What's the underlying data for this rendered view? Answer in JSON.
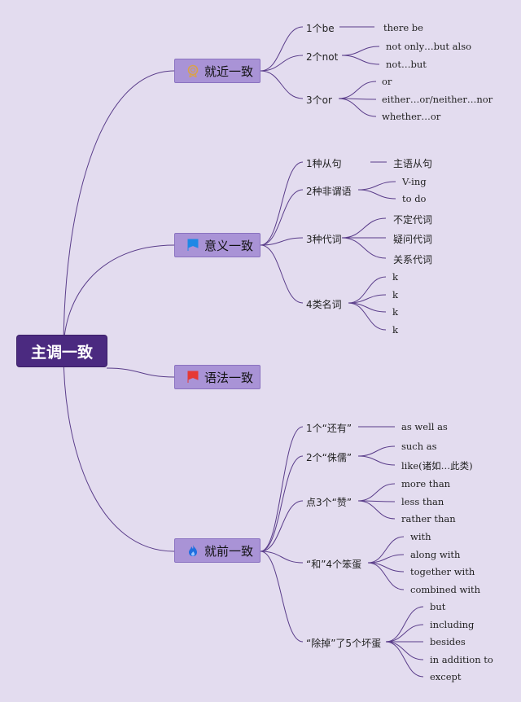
{
  "root": {
    "label": "主调一致"
  },
  "branches": [
    {
      "label": "就近一致",
      "icon": "medal-icon",
      "children": [
        {
          "label": "1个be",
          "leaves": [
            "there be"
          ]
        },
        {
          "label": "2个not",
          "leaves": [
            "not only…but also",
            "not…but"
          ]
        },
        {
          "label": "3个or",
          "leaves": [
            "or",
            "either…or/neither…nor",
            "whether…or"
          ]
        }
      ]
    },
    {
      "label": "意义一致",
      "icon": "blue-flag-icon",
      "children": [
        {
          "label": "1种从句",
          "leaves": [
            "主语从句"
          ]
        },
        {
          "label": "2种非谓语",
          "leaves": [
            "V-ing",
            "to do"
          ]
        },
        {
          "label": "3种代词",
          "leaves": [
            "不定代词",
            "疑问代词",
            "关系代词"
          ]
        },
        {
          "label": "4类名词",
          "leaves": [
            "k",
            "k",
            "k",
            "k"
          ]
        }
      ]
    },
    {
      "label": "语法一致",
      "icon": "red-flag-icon",
      "children": []
    },
    {
      "label": "就前一致",
      "icon": "flame-icon",
      "children": [
        {
          "label": "1个“还有”",
          "leaves": [
            "as well as"
          ]
        },
        {
          "label": "2个“侏儒”",
          "leaves": [
            "such as",
            "like(诸如…此类)"
          ]
        },
        {
          "label": "点3个“赞”",
          "leaves": [
            "more than",
            "less than",
            "rather than"
          ]
        },
        {
          "label": "“和”4个笨蛋",
          "leaves": [
            "with",
            "along with",
            "together with",
            "combined with"
          ]
        },
        {
          "label": "“除掉”了5个坏蛋",
          "leaves": [
            "but",
            "including",
            "besides",
            "in addition to",
            "except"
          ]
        }
      ]
    }
  ],
  "colors": {
    "background": "#e3dcef",
    "root": "#4b2a80",
    "branch": "#a993d6",
    "line": "#5a3d8a",
    "medal": "#d9a24a",
    "blue_flag": "#1e88e5",
    "red_flag": "#e53935",
    "flame": "#1e6fe0"
  }
}
